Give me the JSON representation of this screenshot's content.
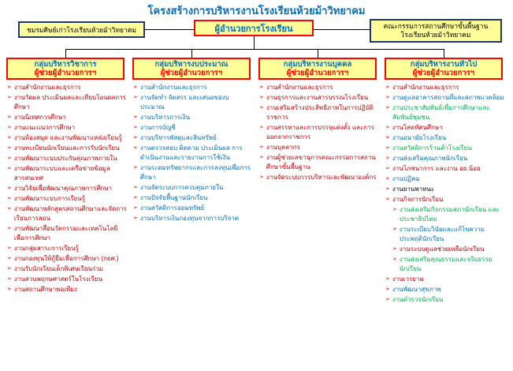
{
  "title": "โครงสร้างการบริหารงานโรงเรียนห้วยม้าวิทยาคม",
  "top_row": {
    "alumni_club": "ชมรมศิษย์เก่าโรงเรียนห้วยม้าวิทยาคม",
    "director": "ผู้อำนวยการโรงเรียน",
    "school_board_line1": "คณะกรรมการสถานศึกษาขั้นพื้นฐาน",
    "school_board_line2": "โรงเรียนห้วยม้าวิทยาคม"
  },
  "bullet_glyph": "➢",
  "colors": {
    "title_text": "#0070C0",
    "box_fill": "#FFFF99",
    "red_border": "#FF0000",
    "navy_border": "#1F3864",
    "header_title_text": "#0070C0",
    "header_subtitle_text": "#FF0000",
    "bullet": "#FF0000",
    "item_map": {
      "red": "#C00000",
      "blue": "#0070C0",
      "green": "#00B050",
      "black": "#000000"
    }
  },
  "columns": [
    {
      "title": "กลุ่มบริหารวิชาการ",
      "subtitle": "ผู้ช่วยผู้อำนวยการฯ",
      "items": [
        {
          "text": "งานสำนักงานและธุรการ",
          "color": "red"
        },
        {
          "text": "งานวัดผล ประเมินผลและเทียบโอนผลการศึกษา",
          "color": "red"
        },
        {
          "text": "งานนิเทศการศึกษา",
          "color": "red"
        },
        {
          "text": "งานแนะแนวการศึกษา",
          "color": "red"
        },
        {
          "text": "งานห้องสมุด และงานพัฒนาแหล่งเรียนรู้",
          "color": "red"
        },
        {
          "text": "งานทะเบียนนักเรียนและการรับนักเรียน",
          "color": "red"
        },
        {
          "text": "งานพัฒนาระบบประกันคุณภาพภายใน",
          "color": "red"
        },
        {
          "text": "งานพัฒนาระบบและเครือข่ายข้อมูลสารสนเทศ",
          "color": "red"
        },
        {
          "text": "งานวิจัยเพื่อพัฒนาคุณภาพการศึกษา",
          "color": "red"
        },
        {
          "text": "งานพัฒนาระบบการเรียนรู้",
          "color": "red"
        },
        {
          "text": "งานพัฒนาหลักสูตรสถานศึกษาและจัดการเรียนการสอน",
          "color": "red"
        },
        {
          "text": "งานพัฒนาสื่อนวัตกรรมและเทคโนโลยีเพื่อการศึกษา",
          "color": "red"
        },
        {
          "text": "งานกลุ่มสาระการเรียนรู้",
          "color": "red"
        },
        {
          "text": "งานกองทุนให้กู้ยืมเพื่อการศึกษา (กยศ.)",
          "color": "red"
        },
        {
          "text": "งานรับนักเรียนเด็กพิเศษเรียนร่วม",
          "color": "red"
        },
        {
          "text": "งานสวนพฤกษศาสตร์ในโรงเรียน",
          "color": "red"
        },
        {
          "text": "งานสถานศึกษาพอเพียง",
          "color": "red"
        }
      ]
    },
    {
      "title": "กลุ่มบริหารงบประมาณ",
      "subtitle": "ผู้ช่วยผู้อำนวยการฯ",
      "items": [
        {
          "text": "งานสำนักงานและธุรการ",
          "color": "blue"
        },
        {
          "text": "งานจัดทำ จัดสรร และเสนอของบประมาณ",
          "color": "blue"
        },
        {
          "text": "งานบริหารการเงิน",
          "color": "blue"
        },
        {
          "text": "งานการบัญชี",
          "color": "blue"
        },
        {
          "text": "งานบริหารพัสดุและสินทรัพย์",
          "color": "blue"
        },
        {
          "text": "งานตรวจสอบ ติดตาม ประเมินผล การดำเนินงานและรายงานการใช้เงิน",
          "color": "blue"
        },
        {
          "text": "งานระดมทรัพยากรและการลงทุนเพื่อการศึกษา",
          "color": "blue"
        },
        {
          "text": "งานจัดระบบการควบคุมภายใน",
          "color": "blue"
        },
        {
          "text": "งานปัจจัยพื้นฐานนักเรียน",
          "color": "blue"
        },
        {
          "text": "งานสวัสดิการออมทรัพย์",
          "color": "blue"
        },
        {
          "text": "งานบริหารเงินกองทุนจากการบริจาค",
          "color": "blue"
        }
      ]
    },
    {
      "title": "กลุ่มบริหารงานบุคคล",
      "subtitle": "ผู้ช่วยผู้อำนวยการฯ",
      "items": [
        {
          "text": "งานสำนักงานและธุรการ",
          "color": "red"
        },
        {
          "text": "งานธุรการและงานสารบรรณโรงเรียน",
          "color": "red"
        },
        {
          "text": "งานเสริมสร้างประสิทธิภาพในการปฏิบัติราชการ",
          "color": "red"
        },
        {
          "text": "งานสรรหาและการบรรจุแต่งตั้ง และการออกจากราชการ",
          "color": "red"
        },
        {
          "text": "งานบุคลากร",
          "color": "red"
        },
        {
          "text": "งานผู้ช่วยเลขานุการคณะกรรมการสถานศึกษาขั้นพื้นฐาน",
          "color": "red"
        },
        {
          "text": "งานจัดระบบการบริหารและพัฒนาองค์กร",
          "color": "red"
        }
      ]
    },
    {
      "title": "กลุ่มบริหารงานทั่วไป",
      "subtitle": "ผู้ช่วยผู้อำนวยการฯ",
      "items": [
        {
          "text": "งานสำนักงานและธุรการ",
          "color": "red"
        },
        {
          "text": "งานดูแลอาคารสถานที่และสภาพแวดล้อม",
          "color": "blue"
        },
        {
          "text": "งานประชาสัมพันธ์เพื่อการศึกษาและสัมพันธ์ชุมชน",
          "color": "green"
        },
        {
          "text": "งานโสตทัศนศึกษา",
          "color": "red"
        },
        {
          "text": "งานอนามัยโรงเรียน",
          "color": "blue"
        },
        {
          "text": "งานสวัสดิการร้านค้าโรงเรียน",
          "color": "green"
        },
        {
          "text": "งานส่งเสริมคุณภาพนักเรียน",
          "color": "blue"
        },
        {
          "text": "งานโภชนาการ และงาน อย.น้อย",
          "color": "red"
        },
        {
          "text": "งานปฏิคม",
          "color": "blue"
        },
        {
          "text": "งานยานพาหนะ",
          "color": "black"
        },
        {
          "text": "งานกิจการนักเรียน",
          "color": "red"
        },
        {
          "text": "งานส่งเสริมกิจกรรมสภานักเรียน และประชาธิปไตย",
          "color": "green",
          "indent": true
        },
        {
          "text": "งานระเบียบวินัยและแก้ไขความประพฤตินักเรียน",
          "color": "blue",
          "indent": true
        },
        {
          "text": "งานระบบดูแลช่วยเหลือนักเรียน",
          "color": "red",
          "indent": true
        },
        {
          "text": "งานส่งเสริมคุณธรรมและจริยธรรมนักเรียน",
          "color": "green",
          "indent": true
        },
        {
          "text": "งานเวรยาม",
          "color": "red"
        },
        {
          "text": "งานพัฒนาสุขภาพ",
          "color": "blue"
        },
        {
          "text": "งานตำรวจนักเรียน",
          "color": "green"
        }
      ]
    }
  ]
}
